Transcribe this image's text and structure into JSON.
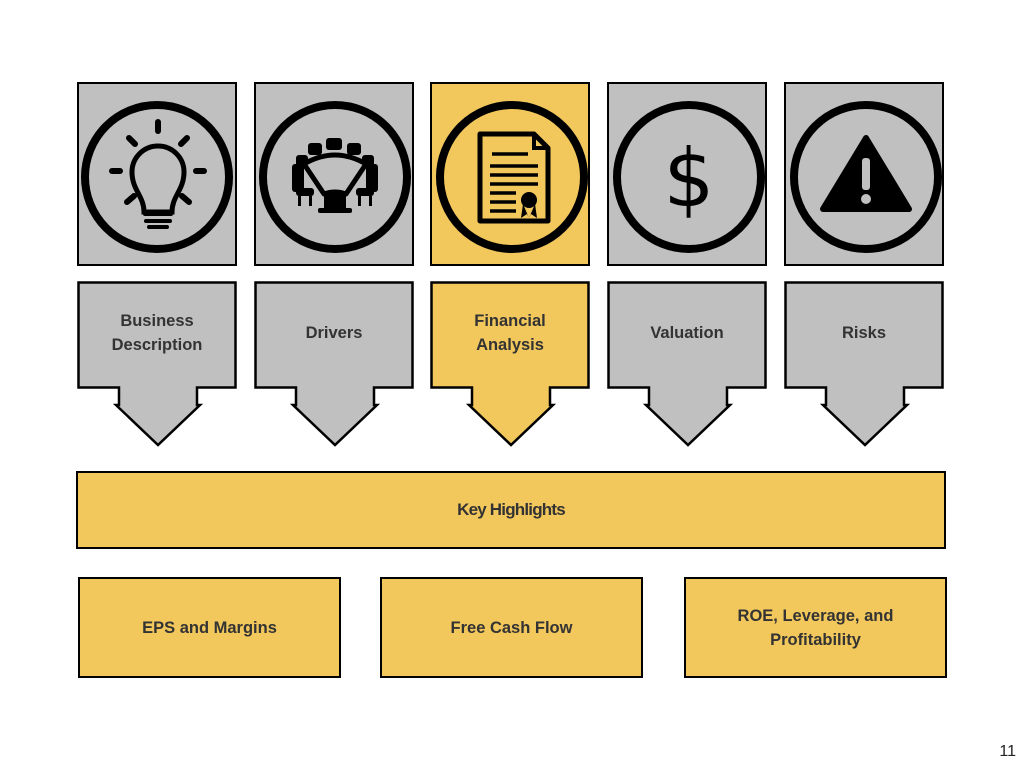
{
  "steps": [
    {
      "label": "Business\nDescription",
      "icon": "lightbulb-icon",
      "active": false
    },
    {
      "label": "Drivers",
      "icon": "boardroom-icon",
      "active": false
    },
    {
      "label": "Financial\nAnalysis",
      "icon": "certificate-document-icon",
      "active": true
    },
    {
      "label": "Valuation",
      "icon": "dollar-icon",
      "active": false
    },
    {
      "label": "Risks",
      "icon": "warning-icon",
      "active": false
    }
  ],
  "highlight": {
    "title": "Key Highlights"
  },
  "highlights": [
    {
      "label": "EPS and Margins"
    },
    {
      "label": "Free Cash Flow"
    },
    {
      "label": "ROE, Leverage, and\nProfitability"
    }
  ],
  "page": {
    "number": "11"
  },
  "colors": {
    "gold": "#f2c75c",
    "gray": "#c0c0c0",
    "outline": "#000000",
    "text": "#333333"
  }
}
